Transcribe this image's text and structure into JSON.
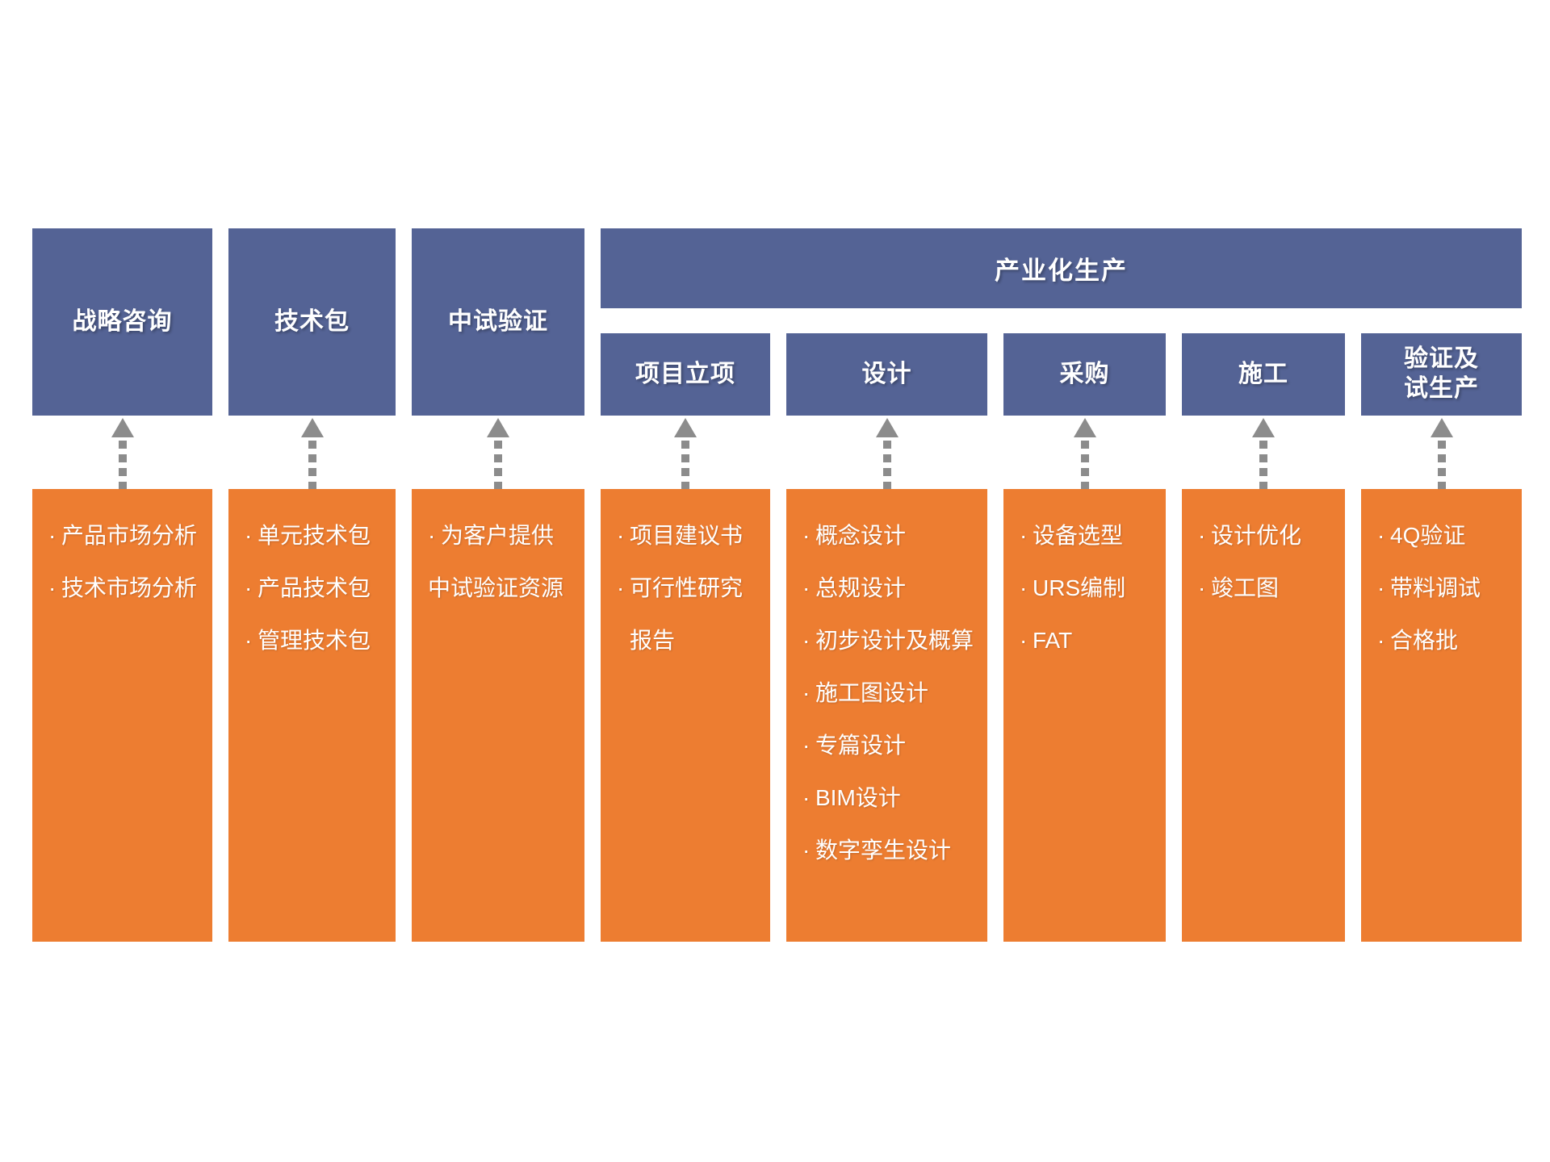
{
  "colors": {
    "header_blue": "#546395",
    "box_orange": "#ED7D31",
    "arrow_gray": "#8C8C8C",
    "text_white": "#FFFFFF",
    "background": "#FFFFFF"
  },
  "glyphs": {
    "bullet": "·",
    "arrow_direction": "up"
  },
  "banner": {
    "label": "产业化生产"
  },
  "columns": [
    {
      "header": "战略咨询",
      "group": "standalone",
      "items": [
        {
          "text": "产品市场分析",
          "bullet": true
        },
        {
          "text": "技术市场分析",
          "bullet": true
        }
      ]
    },
    {
      "header": "技术包",
      "group": "standalone",
      "items": [
        {
          "text": "单元技术包",
          "bullet": true
        },
        {
          "text": "产品技术包",
          "bullet": true
        },
        {
          "text": "管理技术包",
          "bullet": true
        }
      ]
    },
    {
      "header": "中试验证",
      "group": "standalone",
      "items": [
        {
          "text": "为客户提供",
          "bullet": true
        },
        {
          "text": "中试验证资源",
          "bullet": false,
          "continuation": true
        }
      ]
    },
    {
      "header": "项目立项",
      "group": "banner-sub",
      "items": [
        {
          "text": "项目建议书",
          "bullet": true
        },
        {
          "text": "可行性研究",
          "bullet": true
        },
        {
          "text": "报告",
          "bullet": false,
          "indent": true
        }
      ]
    },
    {
      "header": "设计",
      "group": "banner-sub",
      "items": [
        {
          "text": "概念设计",
          "bullet": true
        },
        {
          "text": "总规设计",
          "bullet": true
        },
        {
          "text": "初步设计及概算",
          "bullet": true
        },
        {
          "text": "施工图设计",
          "bullet": true
        },
        {
          "text": "专篇设计",
          "bullet": true
        },
        {
          "text": "BIM设计",
          "bullet": true
        },
        {
          "text": "数字孪生设计",
          "bullet": true
        }
      ]
    },
    {
      "header": "采购",
      "group": "banner-sub",
      "items": [
        {
          "text": "设备选型",
          "bullet": true
        },
        {
          "text": "URS编制",
          "bullet": true
        },
        {
          "text": "FAT",
          "bullet": true
        }
      ]
    },
    {
      "header": "施工",
      "group": "banner-sub",
      "items": [
        {
          "text": "设计优化",
          "bullet": true
        },
        {
          "text": "竣工图",
          "bullet": true
        }
      ]
    },
    {
      "header": "验证及\n试生产",
      "group": "banner-sub",
      "items": [
        {
          "text": "4Q验证",
          "bullet": true
        },
        {
          "text": "带料调试",
          "bullet": true
        },
        {
          "text": "合格批",
          "bullet": true
        }
      ]
    }
  ]
}
